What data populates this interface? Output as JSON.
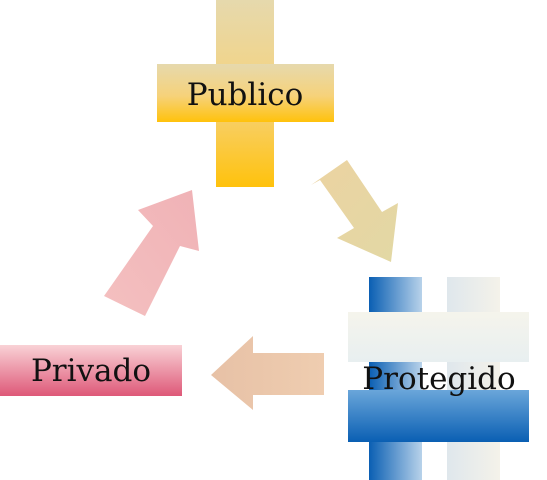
{
  "nodes": {
    "publico": {
      "label": "Publico",
      "symbol": "plus-sign",
      "colors": {
        "top": "#e6d7a6",
        "bottom": "#ffc20f"
      }
    },
    "protegido": {
      "label": "Protegido",
      "symbol": "hash-sign",
      "colors": {
        "blue": "#0a64b8",
        "light": "#f2f2ec"
      }
    },
    "privado": {
      "label": "Privado",
      "symbol": "minus-sign",
      "colors": {
        "top": "#f7c9cf",
        "bottom": "#e05a7a"
      }
    }
  },
  "arrows": [
    {
      "from": "publico",
      "to": "protegido",
      "color": "#e3d29c"
    },
    {
      "from": "protegido",
      "to": "privado",
      "color": "#eec7a8"
    },
    {
      "from": "privado",
      "to": "publico",
      "color": "#f2bcbc"
    }
  ]
}
